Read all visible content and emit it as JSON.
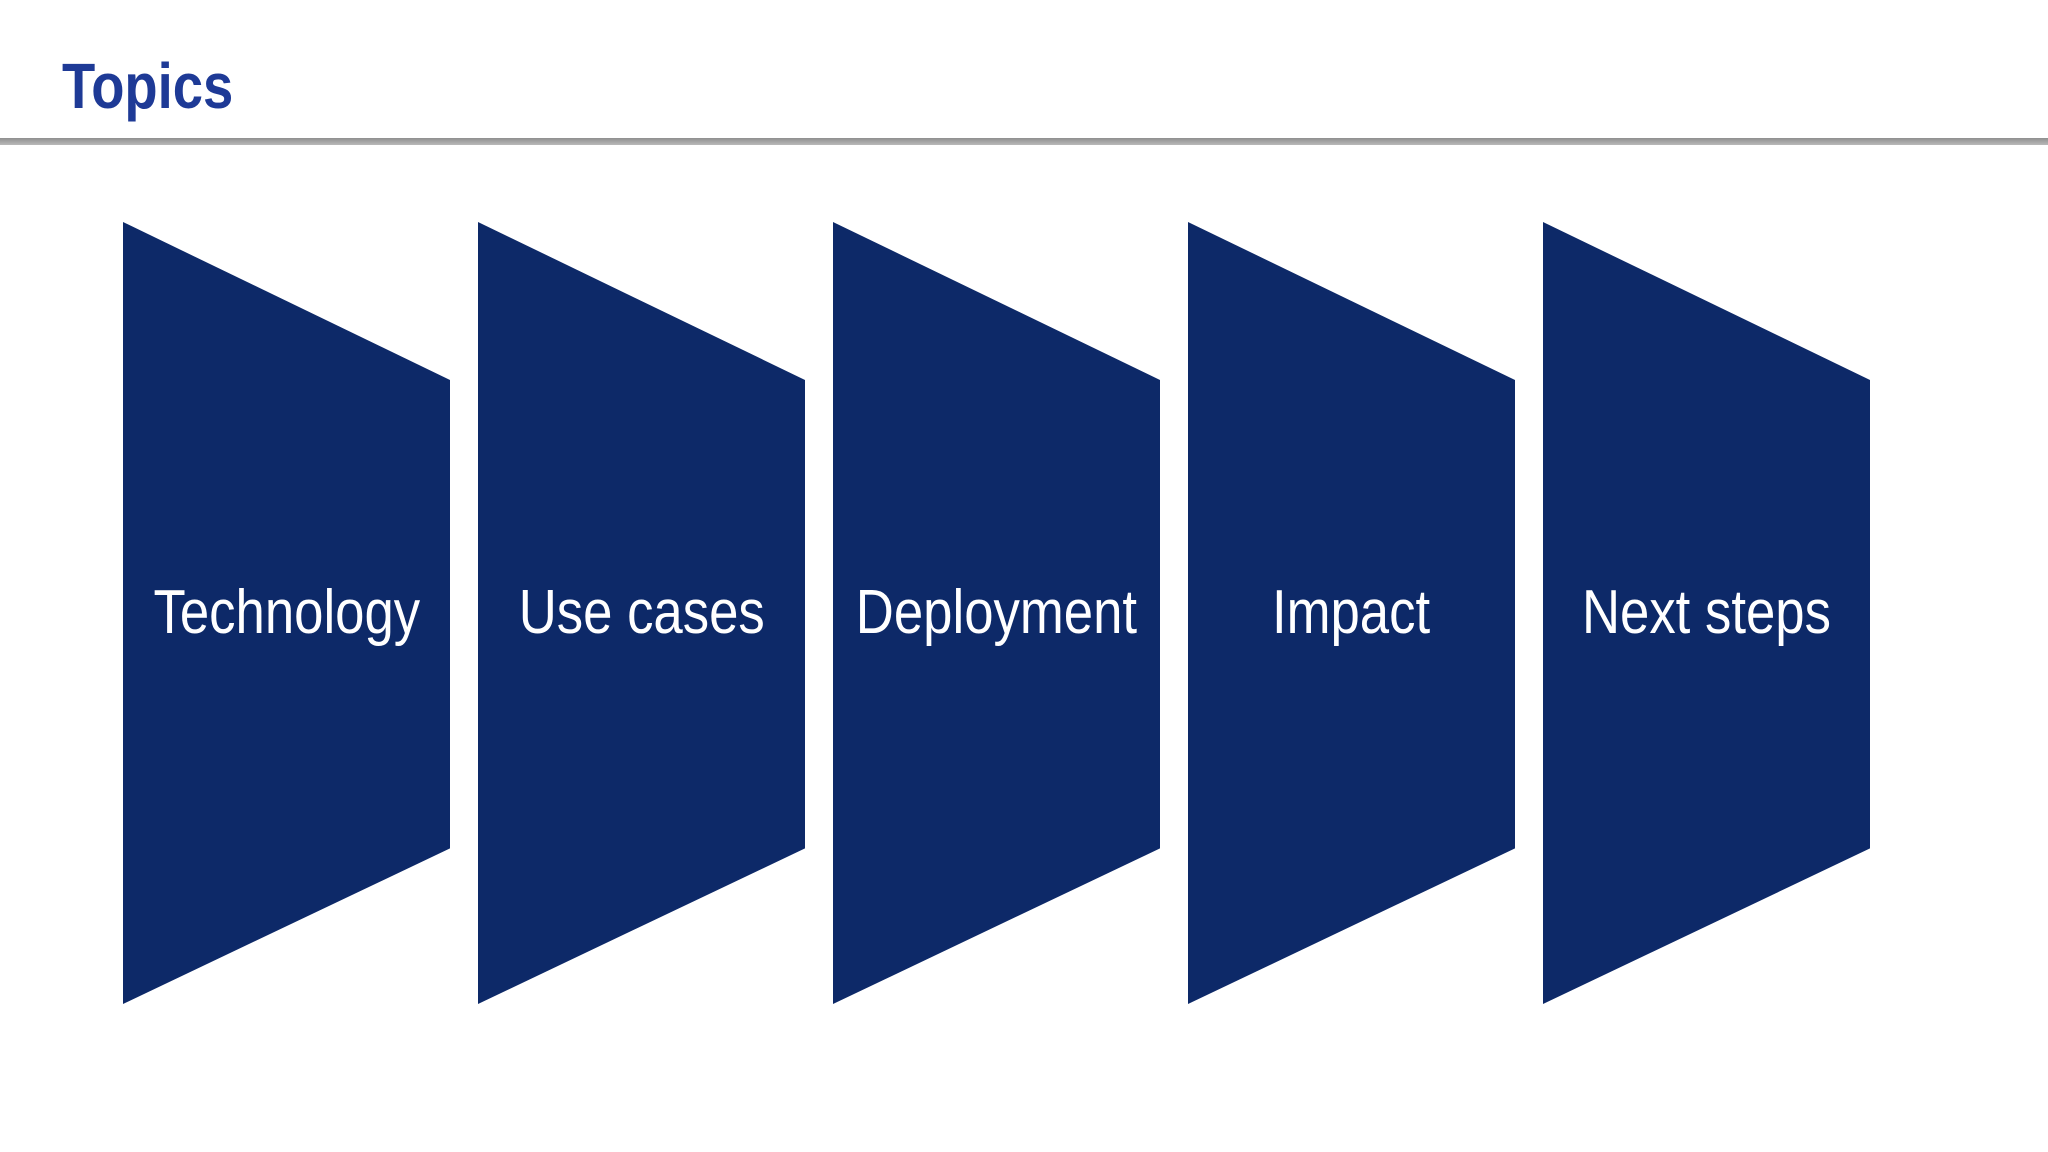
{
  "slide": {
    "title": "Topics",
    "topics": [
      {
        "label": "Technology"
      },
      {
        "label": "Use cases"
      },
      {
        "label": "Deployment"
      },
      {
        "label": "Impact"
      },
      {
        "label": "Next steps"
      }
    ],
    "colors": {
      "background": "#ffffff",
      "title": "#1e3a96",
      "divider": "#8f8f8f",
      "shape": "#0d2968",
      "label_text": "#ffffff"
    }
  }
}
